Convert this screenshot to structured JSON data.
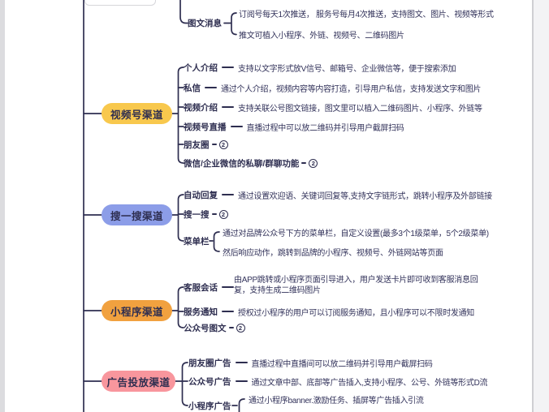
{
  "colors": {
    "ink": "#2e2e50",
    "video_channel": "#F8C84D",
    "search_channel": "#8C9DE8",
    "miniprogram_channel": "#F1A13F",
    "ads_channel": "#F8969D"
  },
  "detached_branch": {
    "label": "图文消息",
    "children": [
      {
        "text": "订阅号每天1次推送， 服务号每月4次推送，支持图文、图片、视频等形式"
      },
      {
        "text": "推文可植入小程序、外链、视频号、二维码图片"
      }
    ]
  },
  "branches": [
    {
      "label": "视频号渠道",
      "items": [
        {
          "label": "个人介绍",
          "desc": "支持以文字形式放V信号、邮箱号、企业微信等，便于搜索添加"
        },
        {
          "label": "私信",
          "desc": "通过个人介绍，视频内容等内容打造，引导用户私信，支持发送文字和图片"
        },
        {
          "label": "视频介绍",
          "desc": "支持关联公号图文链接，图文里可以植入二维码图片、小程序、外链等"
        },
        {
          "label": "视频号直播",
          "desc": "直播过程中可以放二维码并引导用户截屏扫码"
        },
        {
          "label": "朋友圈",
          "badge": "2"
        },
        {
          "label": "微信/企业微信的私聊/群聊功能",
          "badge": "2"
        }
      ]
    },
    {
      "label": "搜一搜渠道",
      "items": [
        {
          "label": "自动回复",
          "desc": "通过设置欢迎语、关键词回复等,支持文字链形式，跳转小程序及外部链接"
        },
        {
          "label": "搜一搜",
          "badge": "2"
        },
        {
          "label": "菜单栏",
          "children": [
            {
              "text": "通过对品牌公众号下方的菜单栏，自定义设置(最多3个1级菜单，5个2级菜单)"
            },
            {
              "text": "然后响应动作，跳转到品牌的小程序、视频号、外链网站等页面"
            }
          ]
        }
      ]
    },
    {
      "label": "小程序渠道",
      "items": [
        {
          "label": "客服会话",
          "desc": "由APP跳转或小程序页面引导进入，用户发送卡片即可收到客服消息回复，支持生成二维码图片"
        },
        {
          "label": "服务通知",
          "desc": "授权过小程序的用户可以订阅服务通知，且小程序可以不限时发通知"
        },
        {
          "label": "公众号图文",
          "badge": "2"
        }
      ]
    },
    {
      "label": "广告投放渠道",
      "items": [
        {
          "label": "朋友圈广告",
          "desc": "直播过程中直播间可以放二维码并引导用户截屏扫码"
        },
        {
          "label": "公众号广告",
          "desc": "通过文章中部、底部等广告插入,支持小程序、公号、外链等形式D流"
        },
        {
          "label": "小程序广告",
          "children": [
            {
              "text": "通过小程序banner.激励任务、插屏等广告插入引流"
            }
          ]
        }
      ]
    }
  ]
}
